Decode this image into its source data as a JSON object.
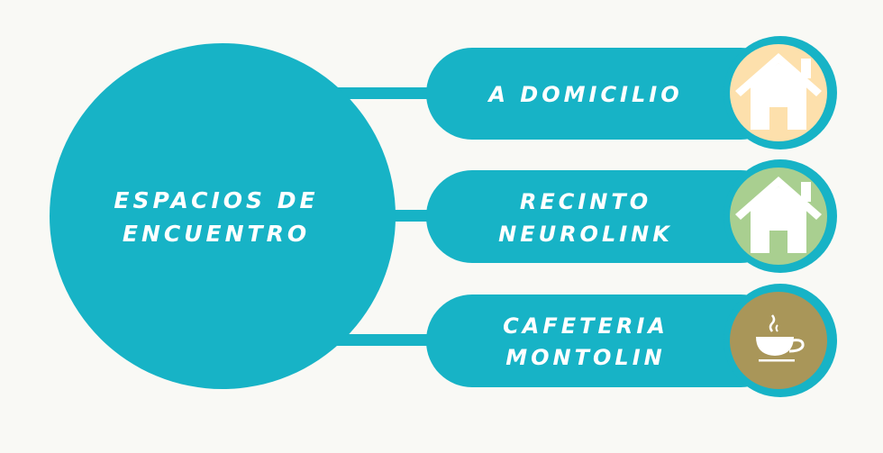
{
  "colors": {
    "teal": "#17b3c6",
    "background": "#f9f9f5",
    "peach": "#fde0ac",
    "green": "#a9cf90",
    "brown": "#a99659",
    "icon": "#ffffff"
  },
  "center": {
    "lines": [
      "ESPACIOS DE",
      "ENCUENTRO"
    ]
  },
  "items": [
    {
      "lines": [
        "A DOMICILIO"
      ],
      "icon": "house-icon"
    },
    {
      "lines": [
        "RECINTO",
        "NEUROLINK"
      ],
      "icon": "house-icon"
    },
    {
      "lines": [
        "CAFETERIA",
        "MONTOLIN"
      ],
      "icon": "coffee-cup-icon"
    }
  ]
}
